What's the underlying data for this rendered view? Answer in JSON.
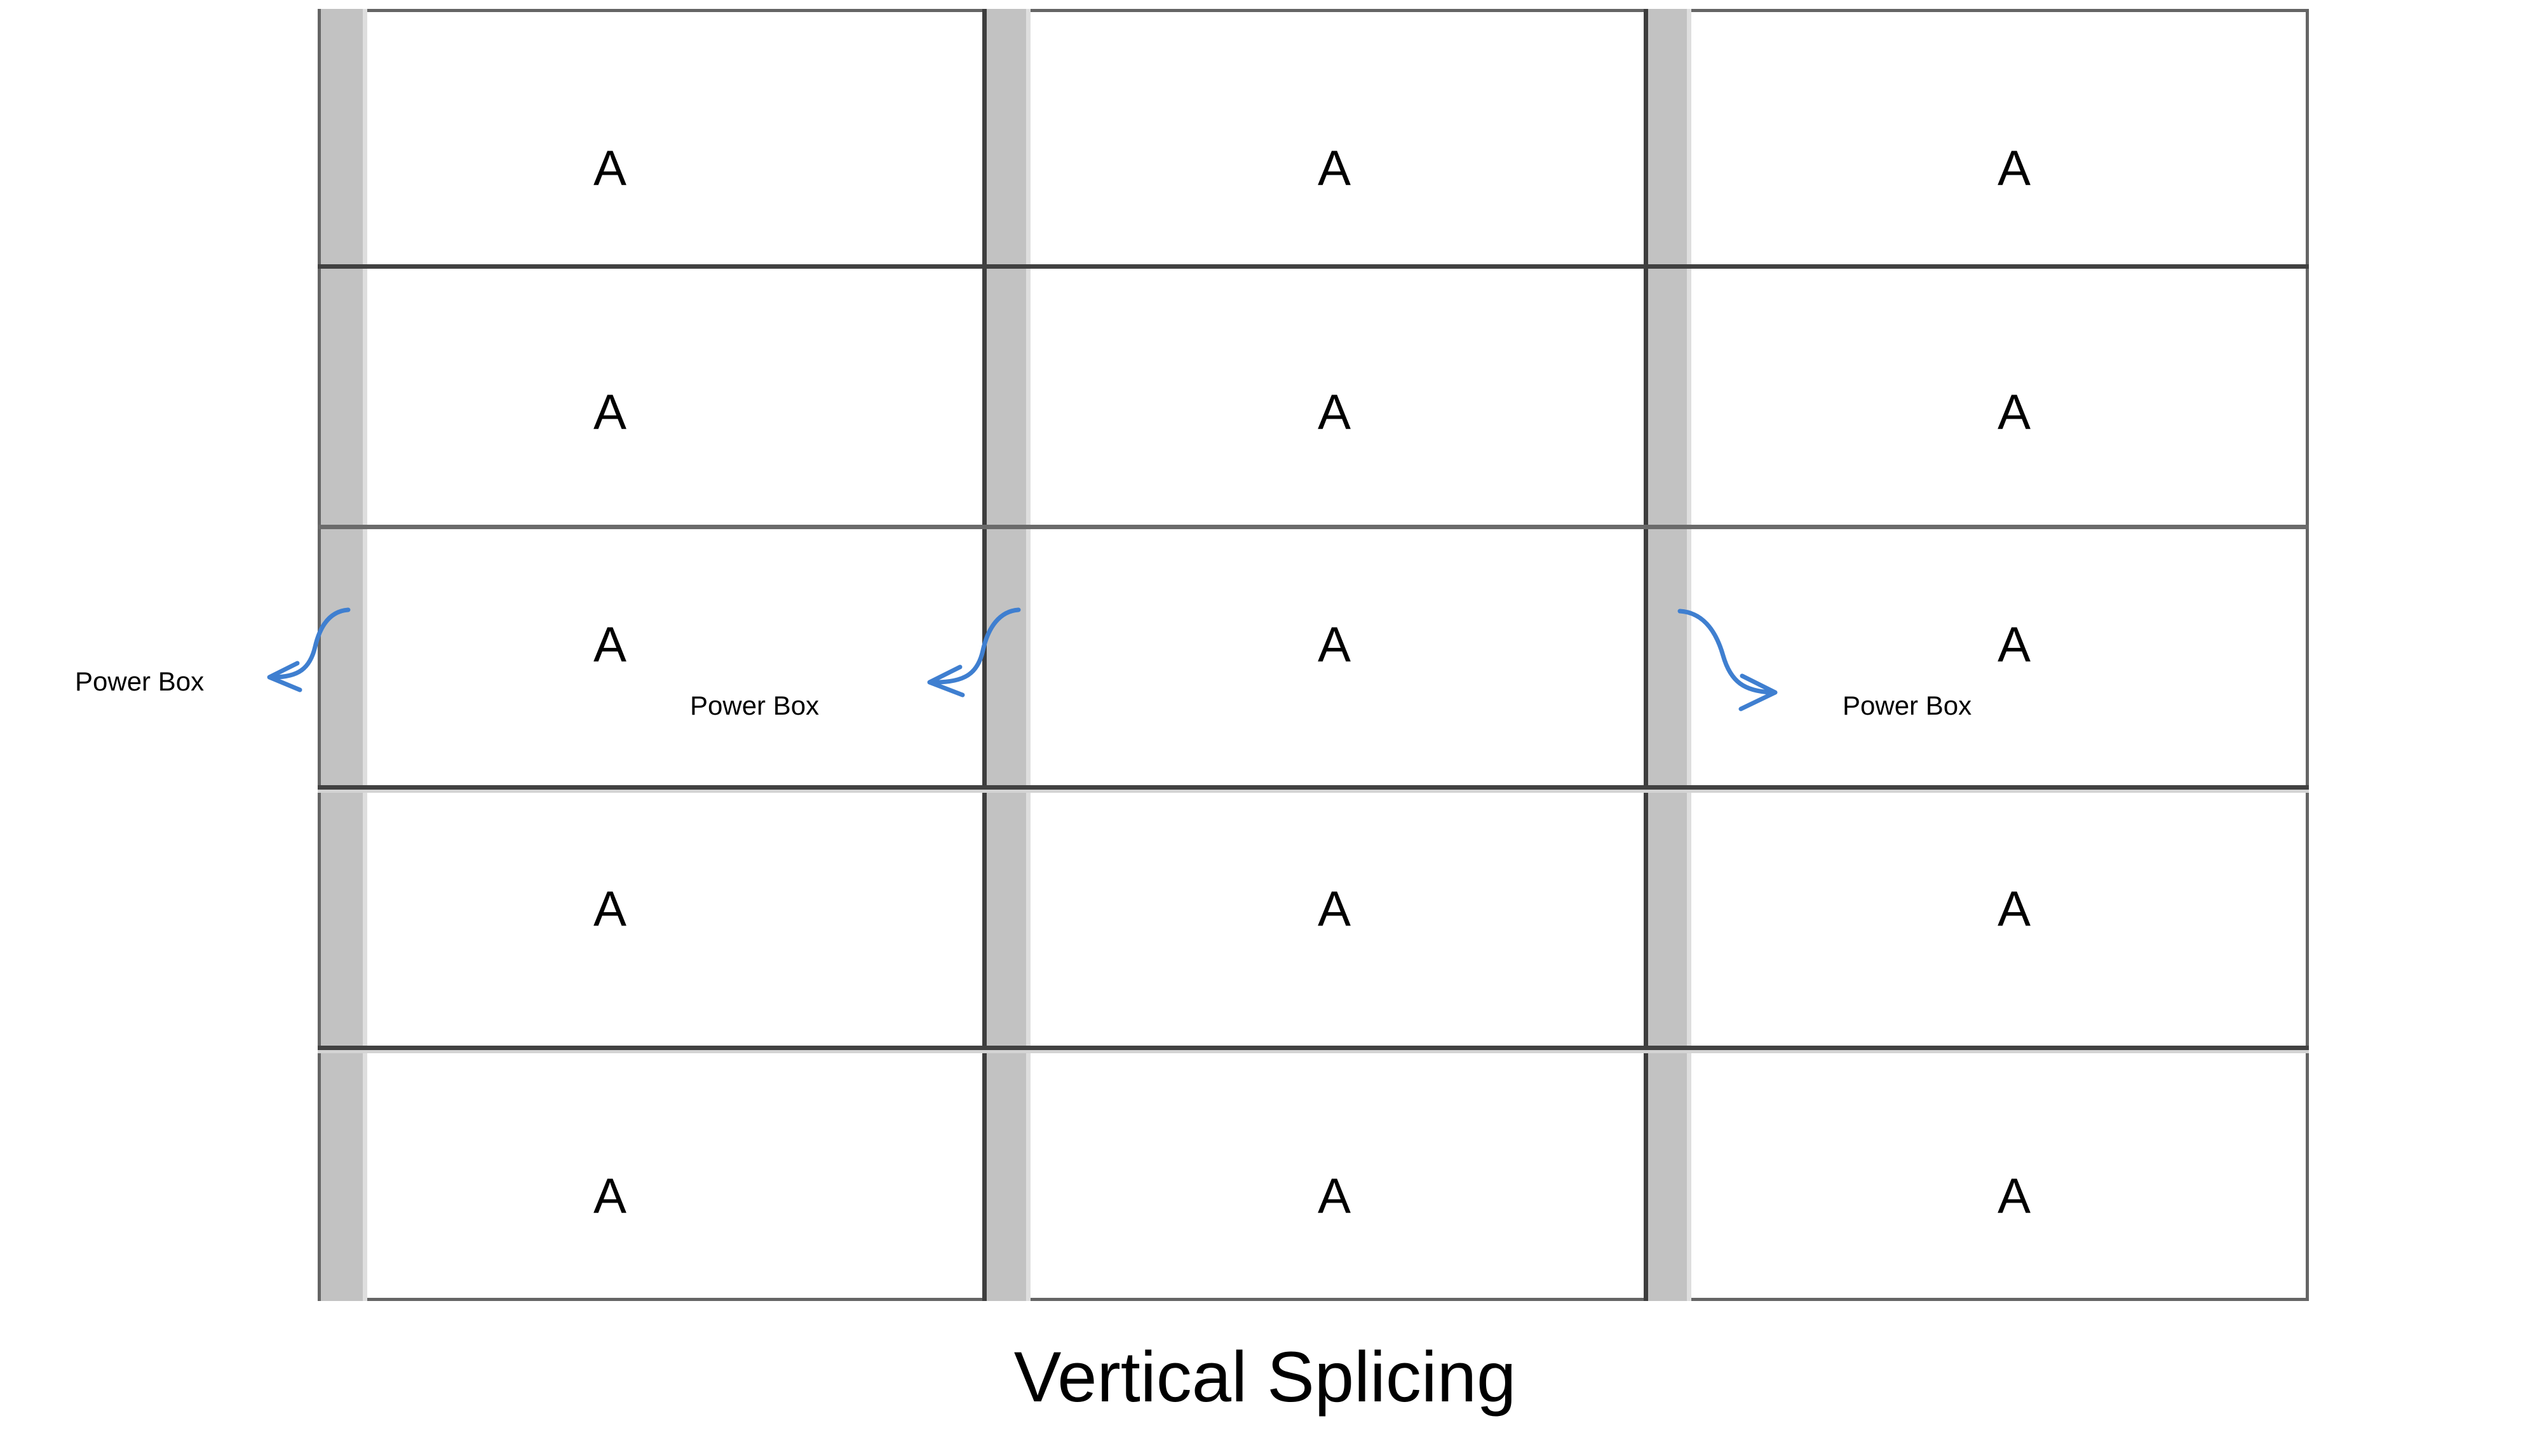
{
  "diagram": {
    "caption": "Vertical Splicing",
    "colors": {
      "panel_background": "#ffffff",
      "panel_border": "#656565",
      "power_box_fill": "#c2c2c2",
      "power_box_edge": "#dedede",
      "column_divider": "#3d3d3d",
      "row_divider_dark": "#414141",
      "row_divider_mid": "#6b6b6b",
      "arrow": "#3f7fd0",
      "label_text": "#000000"
    },
    "grid": {
      "rows": 5,
      "columns": 3,
      "cells": [
        [
          {
            "label": "A"
          },
          {
            "label": "A"
          },
          {
            "label": "A"
          }
        ],
        [
          {
            "label": "A"
          },
          {
            "label": "A"
          },
          {
            "label": "A"
          }
        ],
        [
          {
            "label": "A"
          },
          {
            "label": "A"
          },
          {
            "label": "A"
          }
        ],
        [
          {
            "label": "A"
          },
          {
            "label": "A"
          },
          {
            "label": "A"
          }
        ],
        [
          {
            "label": "A"
          },
          {
            "label": "A"
          },
          {
            "label": "A"
          }
        ]
      ]
    },
    "annotations": [
      {
        "id": "power-box-left",
        "text": "Power Box",
        "direction": "left"
      },
      {
        "id": "power-box-middle",
        "text": "Power Box",
        "direction": "left"
      },
      {
        "id": "power-box-right",
        "text": "Power Box",
        "direction": "right"
      }
    ]
  }
}
